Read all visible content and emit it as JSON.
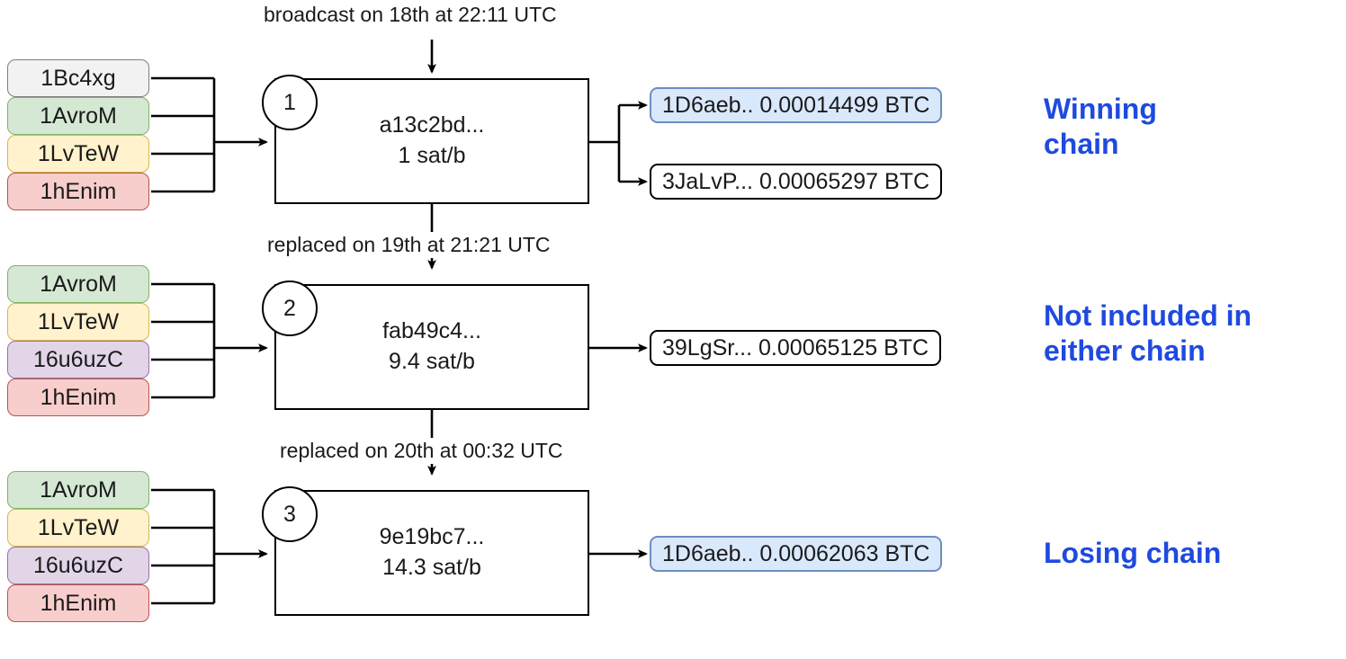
{
  "diagram": {
    "title": "Bitcoin RBF replacement chain diagram",
    "accent_blue": "#1f4ae0",
    "highlight_fill": "#dae8fc",
    "highlight_stroke": "#6c8ebf"
  },
  "rows": [
    {
      "index": "1",
      "badge": "1",
      "edge_label": "broadcast on 18th at 22:11 UTC",
      "tx_id": "a13c2bd...",
      "tx_fee": "1 sat/b",
      "chain_label": "Winning\nchain",
      "inputs": [
        {
          "label": "1Bc4xg",
          "color": "gray"
        },
        {
          "label": "1AvroM",
          "color": "green"
        },
        {
          "label": "1LvTeW",
          "color": "yellow"
        },
        {
          "label": "1hEnim",
          "color": "red"
        }
      ],
      "outputs": [
        {
          "address": "1D6aeb..",
          "amount": "0.00014499",
          "unit": "BTC",
          "highlight": true
        },
        {
          "address": "3JaLvP...",
          "amount": "0.00065297",
          "unit": "BTC",
          "highlight": false
        }
      ]
    },
    {
      "index": "2",
      "badge": "2",
      "edge_label": "replaced on 19th at 21:21 UTC",
      "tx_id": "fab49c4...",
      "tx_fee": "9.4 sat/b",
      "chain_label": "Not included in\neither chain",
      "inputs": [
        {
          "label": "1AvroM",
          "color": "green"
        },
        {
          "label": "1LvTeW",
          "color": "yellow"
        },
        {
          "label": "16u6uzC",
          "color": "purple"
        },
        {
          "label": "1hEnim",
          "color": "red"
        }
      ],
      "outputs": [
        {
          "address": "39LgSr...",
          "amount": "0.00065125",
          "unit": "BTC",
          "highlight": false
        }
      ]
    },
    {
      "index": "3",
      "badge": "3",
      "edge_label": "replaced on 20th at 00:32 UTC",
      "tx_id": "9e19bc7...",
      "tx_fee": "14.3 sat/b",
      "chain_label": "Losing chain",
      "inputs": [
        {
          "label": "1AvroM",
          "color": "green"
        },
        {
          "label": "1LvTeW",
          "color": "yellow"
        },
        {
          "label": "16u6uzC",
          "color": "purple"
        },
        {
          "label": "1hEnim",
          "color": "red"
        }
      ],
      "outputs": [
        {
          "address": "1D6aeb..",
          "amount": "0.00062063",
          "unit": "BTC",
          "highlight": true
        }
      ]
    }
  ]
}
